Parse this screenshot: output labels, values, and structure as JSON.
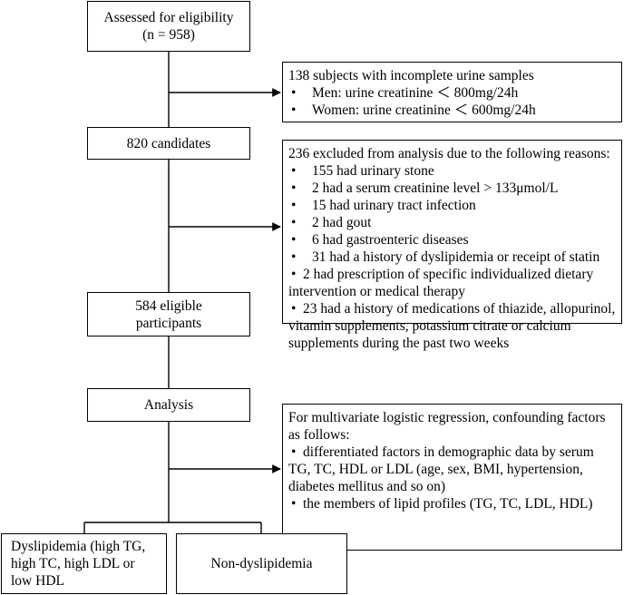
{
  "assessed": {
    "line1": "Assessed for eligibility",
    "line2": "(n = 958)"
  },
  "exclusion1": {
    "title": "138 subjects with incomplete urine samples",
    "items": [
      "Men: urine creatinine ＜ 800mg/24h",
      "Women: urine creatinine ＜ 600mg/24h"
    ]
  },
  "candidates": {
    "label": "820 candidates"
  },
  "exclusion2": {
    "title": "236 excluded from analysis due to the following reasons:",
    "items": [
      "155 had urinary stone",
      "2 had a serum creatinine level > 133μmol/L",
      "15 had urinary tract infection",
      "2 had gout",
      "6 had gastroenteric diseases",
      "31 had a history of dyslipidemia or receipt of statin",
      "2 had prescription of specific individualized dietary intervention or medical therapy",
      "23 had a history of medications of thiazide, allopurinol, vitamin supplements, potassium citrate or calcium supplements during the past two weeks"
    ]
  },
  "eligible": {
    "line1": "584 eligible",
    "line2": "participants"
  },
  "analysis": {
    "label": "Analysis"
  },
  "confounding": {
    "title": "For multivariate logistic regression, confounding factors as follows:",
    "items": [
      "differentiated factors in demographic data by serum TG, TC, HDL or LDL (age, sex, BMI, hypertension, diabetes mellitus and so on)",
      "the members of lipid profiles (TG, TC, LDL, HDL)"
    ]
  },
  "dyslipidemia": {
    "label": "Dyslipidemia (high TG, high TC, high LDL or low HDL"
  },
  "non_dyslipidemia": {
    "label": "Non-dyslipidemia"
  }
}
